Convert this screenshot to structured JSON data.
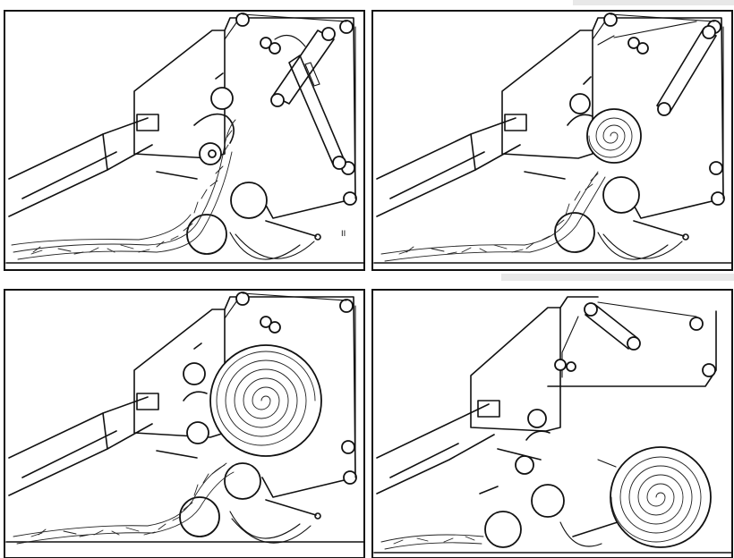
{
  "figure": {
    "panels": [
      {
        "stage": "bale-chamber-filling-start",
        "tick_mark": "II"
      },
      {
        "stage": "small-bale-core-forming",
        "tick_mark": ""
      },
      {
        "stage": "full-bale-in-chamber",
        "tick_mark": ""
      },
      {
        "stage": "bale-ejected",
        "tick_mark": ""
      }
    ]
  },
  "colors": {
    "ink": "#111111",
    "paper": "#ffffff",
    "scan_noise": "#d8d8d8"
  }
}
